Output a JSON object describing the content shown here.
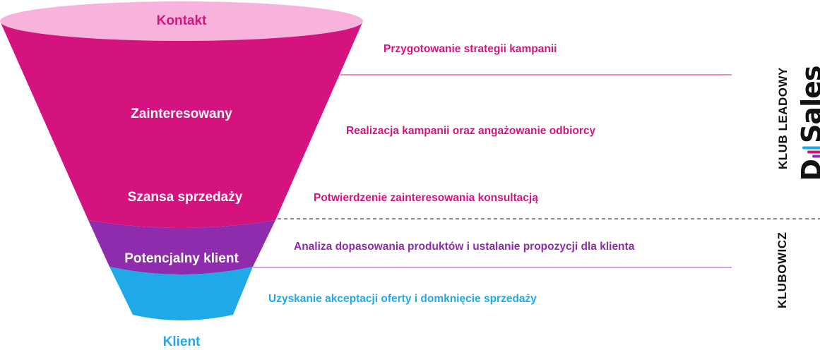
{
  "colors": {
    "top_ellipse": "#f8b3dc",
    "magenta": "#d4137f",
    "purple": "#8e2cad",
    "cyan": "#1fa9e8",
    "line_magenta": "#e64aa5",
    "line_purple": "#b56ad0",
    "dashed": "#444444"
  },
  "stages": {
    "kontakt": "Kontakt",
    "zainteresowany": "Zainteresowany",
    "szansa": "Szansa sprzedaży",
    "potencjalny": "Potencjalny klient",
    "klient": "Klient"
  },
  "descriptions": {
    "d1": "Przygotowanie strategii kampanii",
    "d2": "Realizacja kampanii oraz angażowanie odbiorcy",
    "d3": "Potwierdzenie zainteresowania konsultacją",
    "d4": "Analiza dopasowania produktów i ustalanie propozycji dla klienta",
    "d5": "Uzyskanie akceptacji oferty i domknięcie sprzedaży"
  },
  "side": {
    "klub_leadowy": "KLUB LEADOWY",
    "klubowicz": "KLUBOWICZ",
    "brand": {
      "d": "D",
      "sales": "Sales"
    }
  }
}
